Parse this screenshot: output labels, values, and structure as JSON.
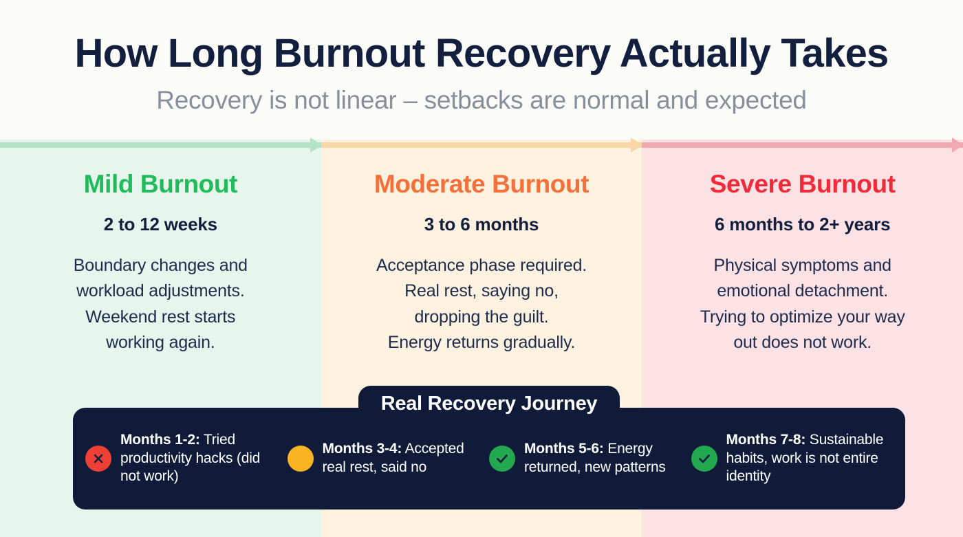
{
  "header": {
    "title": "How Long Burnout Recovery Actually Takes",
    "subtitle": "Recovery is not linear – setbacks are normal and expected"
  },
  "colors": {
    "page_background": "#fbfbf8",
    "title": "#131f3e",
    "subtitle": "#86909c",
    "mild_accent": "#22bb5b",
    "moderate_accent": "#f4703a",
    "severe_accent": "#ef2b39",
    "mild_bg": "#e7f6ec",
    "moderate_bg": "#fdf1e0",
    "severe_bg": "#fce2e4",
    "panel_bg": "#0f1b38",
    "icon_fail": "#ef4035",
    "icon_partial": "#f9b421",
    "icon_done": "#22a84f"
  },
  "stages": [
    {
      "name": "Mild Burnout",
      "duration": "2 to 12 weeks",
      "description": "Boundary changes and\nworkload adjustments.\nWeekend rest starts\nworking again.",
      "accent": "#22bb5b",
      "arrow_color": "#b4e2c5",
      "arrow_icon": "arrow-right-icon"
    },
    {
      "name": "Moderate Burnout",
      "duration": "3 to 6 months",
      "description": "Acceptance phase required.\nReal rest, saying no,\ndropping the guilt.\nEnergy returns gradually.",
      "accent": "#f4703a",
      "arrow_color": "#f8d6a6",
      "arrow_icon": "arrow-right-icon"
    },
    {
      "name": "Severe Burnout",
      "duration": "6 months to 2+ years",
      "description": "Physical symptoms and\nemotional detachment.\nTrying to optimize your way\nout does not work.",
      "accent": "#ef2b39",
      "arrow_color": "#f2aab2",
      "arrow_icon": "arrow-right-icon"
    }
  ],
  "journey": {
    "title": "Real Recovery Journey",
    "items": [
      {
        "label": "Months 1-2:",
        "text": " Tried productivity hacks (did not work)",
        "icon": "circle-x-icon",
        "status": "fail"
      },
      {
        "label": "Months 3-4:",
        "text": " Accepted real rest, said no",
        "icon": "circle-filled-icon",
        "status": "partial"
      },
      {
        "label": "Months 5-6:",
        "text": " Energy returned, new patterns",
        "icon": "circle-check-icon",
        "status": "done"
      },
      {
        "label": "Months 7-8:",
        "text": " Sustainable habits, work is not entire identity",
        "icon": "circle-check-icon",
        "status": "done"
      }
    ]
  }
}
